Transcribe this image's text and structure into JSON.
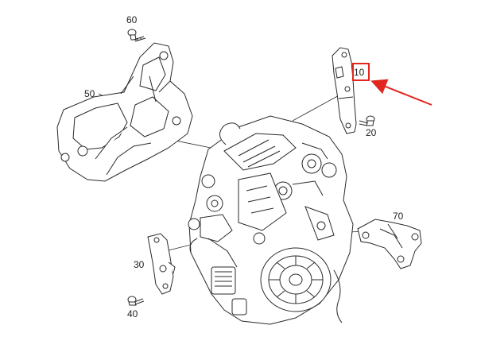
{
  "callouts": {
    "p10": "10",
    "p20": "20",
    "p30": "30",
    "p40": "40",
    "p50": "50",
    "p60": "60",
    "p70": "70"
  },
  "colors": {
    "highlight": "#e0261f",
    "line": "#2a2a2a",
    "fill": "#ffffff"
  }
}
